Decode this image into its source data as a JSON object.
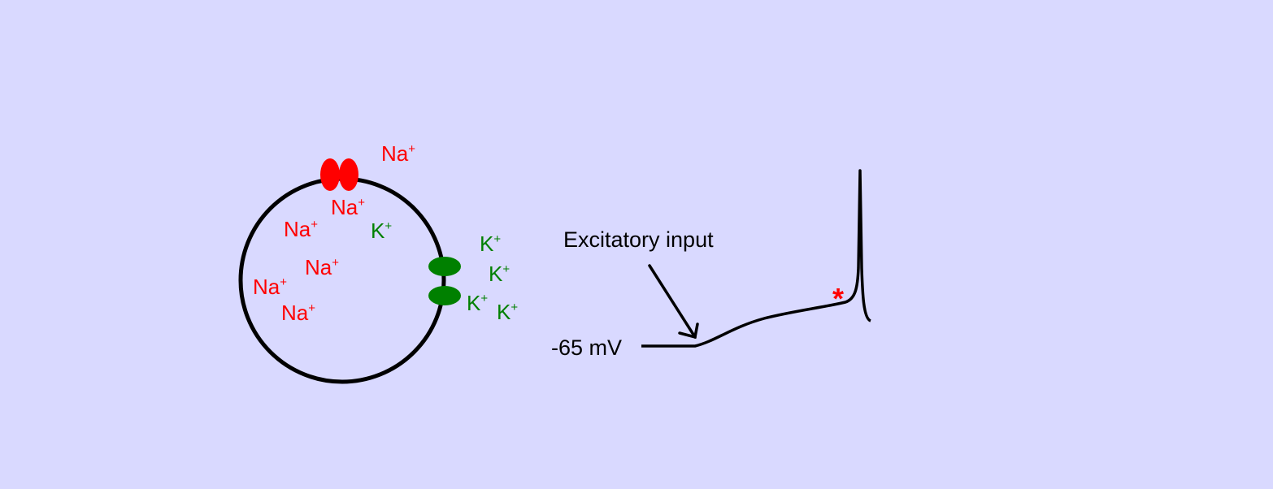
{
  "colors": {
    "background": "#d9d9ff",
    "sodium": "#ff0000",
    "potassium": "#008000",
    "membrane": "#000000"
  },
  "ions": {
    "na_symbol": "Na",
    "k_symbol": "K",
    "charge": "+"
  },
  "labels": {
    "excitatory_input": "Excitatory input",
    "resting_potential": "-65 mV",
    "threshold_marker": "*"
  }
}
